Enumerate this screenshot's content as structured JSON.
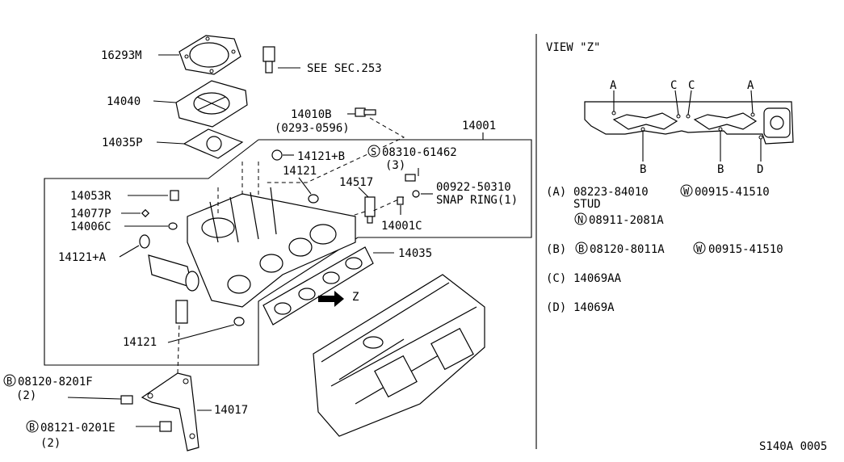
{
  "labels": {
    "p16293m": "16293M",
    "see_sec": "SEE SEC.253",
    "p14040": "14040",
    "p14010b": "14010B",
    "p14010b_range": "(0293-0596)",
    "p14035p": "14035P",
    "p14001": "14001",
    "p14121b": "14121+B",
    "s08310": "08310-61462",
    "s08310_qty": "(3)",
    "p14121_top": "14121",
    "p14517": "14517",
    "p00922": "00922-50310",
    "snap_ring": "SNAP RING(1)",
    "p14053r": "14053R",
    "p14077p": "14077P",
    "p14006c": "14006C",
    "p14001c": "14001C",
    "p14121a": "14121+A",
    "p14035": "14035",
    "z_arrow": "Z",
    "p14121_bot": "14121",
    "b08120_8201f": "08120-8201F",
    "qty_2a": "(2)",
    "p14017": "14017",
    "b08121_0201e": "08121-0201E",
    "qty_2b": "(2)"
  },
  "circled": {
    "S": "S",
    "B": "B",
    "W": "W",
    "N": "N"
  },
  "view": {
    "title": "VIEW \"Z\"",
    "top_markers": [
      "A",
      "C",
      "C",
      "A"
    ],
    "bottom_markers": [
      "B",
      "B",
      "D"
    ]
  },
  "legend": {
    "a_tag": "(A)",
    "a_part": "08223-84010",
    "a_w_part": "00915-41510",
    "a_note": "STUD",
    "a_n_part": "08911-2081A",
    "b_tag": "(B)",
    "b_b_part": "08120-8011A",
    "b_w_part": "00915-41510",
    "c_tag": "(C)",
    "c_part": "14069AA",
    "d_tag": "(D)",
    "d_part": "14069A"
  },
  "footer": {
    "code": "S140A 0005"
  }
}
